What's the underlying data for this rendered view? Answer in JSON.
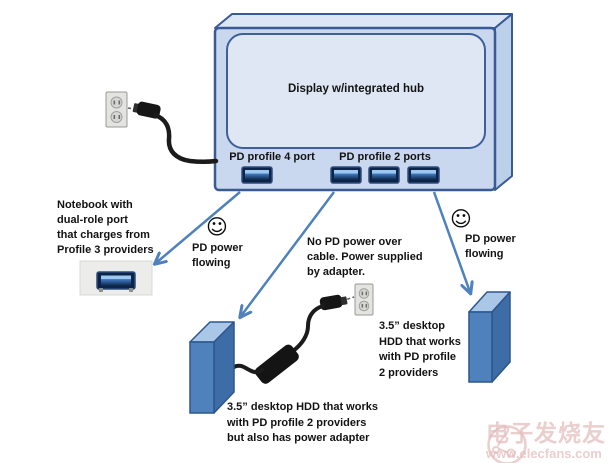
{
  "diagram": {
    "display": {
      "label": "Display w/integrated hub",
      "port4_label": "PD profile 4 port",
      "port2_label": "PD profile 2 ports"
    },
    "notebook_note": "Notebook with\ndual-role port\nthat charges from\nProfile 3 providers",
    "pd_flow_left": {
      "icon": "☺",
      "label": "PD power\nflowing"
    },
    "pd_flow_right": {
      "icon": "☺",
      "label": "PD power\nflowing"
    },
    "adapter_note": "No PD power over\ncable. Power supplied\nby adapter.",
    "hdd_bottom_note": "3.5” desktop HDD that works\nwith PD profile 2 providers\nbut also has power adapter",
    "hdd_right_note": "3.5” desktop\nHDD that works\nwith PD profile\n2 providers"
  },
  "watermark": {
    "site_name": "电子发烧友",
    "site_url": "www.elecfans.com"
  },
  "colors": {
    "arrow_blue": "#4f81bd",
    "display_face": "#c9d8ef",
    "display_top": "#dce6f5",
    "display_side": "#bdd0ea",
    "screen_fill": "#dfe7f5",
    "outline_navy": "#3a5a96",
    "hdd_front": "#4f81bd",
    "hdd_top": "#abc7e8",
    "hdd_side": "#3d6ca6",
    "cable_black": "#1b1b1b"
  }
}
